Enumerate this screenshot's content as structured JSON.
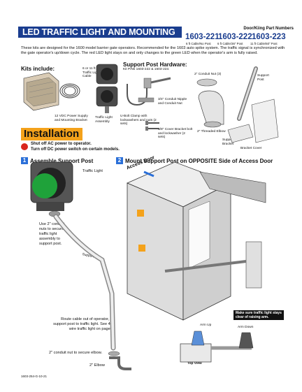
{
  "header": {
    "title": "LED TRAFFIC LIGHT AND MOUNTING KIT",
    "part_numbers_label": "Door/Kiing Part Numbers",
    "part_numbers": [
      {
        "number": "1603-221",
        "desc": "6 ft Cable/No Post"
      },
      {
        "number": "1603-222",
        "desc": "6 ft Cable/36\" Post"
      },
      {
        "number": "1603-223",
        "desc": "11 ft Cable/60\" Post"
      }
    ]
  },
  "intro": {
    "text": "These kits are designed for the 1600 model barrier gate operators. Recommended for the 1603 auto spike system. The traffic signal is synchronized with the gate operator's up/down cycle. The red LED light stays on and only changes to the green LED when the operator's arm is fully raised."
  },
  "kit_includes": {
    "heading": "Kits include:",
    "cable": "6 or 11 ft Traffic Light Cable",
    "power_supply": "12 VDC Power Supply and Mounting Bracket",
    "traffic_light": "Traffic Light Assembly",
    "u_bolt": "U-Bolt Clamp with lockwashers and nuts (2 sets)"
  },
  "hardware": {
    "heading": "Support Post Hardware:",
    "subheading": "Kit P/Ns 1603-222 & 1603-223.",
    "conduit_nut": "2\" Conduit Nut (3)",
    "support_post": "Support Post",
    "nipple": "3/4\" Conduit Nipple and Conduit Nut",
    "cover_bolt": "5/8\" Cover Bracket bolt and lockwasher (2 sets)",
    "elbow": "2\" Threaded Elbow",
    "post_bracket": "Support Post Bracket",
    "bracket_cover": "Bracket Cover"
  },
  "installation": {
    "heading": "Installation",
    "warning_1": "Shut off AC power to operator.",
    "warning_2": "Turn off DC power switch on certain models."
  },
  "step1": {
    "number": "1",
    "title": "Assemble Support Post",
    "traffic_light_label": "Traffic Light",
    "conduit_note": "Use 2\" conduit nuts to secure traffic light assembly to support post.",
    "post_label": "Support Post",
    "route_note": "Route cable out of operator, up support post to traffic light. See 4 to wire traffic light on page 4.",
    "nut_note": "2\" conduit nut to secure elbow.",
    "elbow_label": "2\" Elbow"
  },
  "step2": {
    "number": "2",
    "title": "Mount Support Post on OPPOSITE Side of Access Door",
    "access_door": "Access Door",
    "arm_note": "Make sure traffic light stays clear of raising arm.",
    "arm_up": "Arm Up",
    "arm_down": "Arm Down",
    "top_view": "Top View"
  },
  "footer": {
    "doc_number": "1603-254-G-10-21"
  },
  "colors": {
    "brand_blue": "#1a3d8f",
    "step_blue": "#2a6fd8",
    "install_orange": "#f4a21b",
    "warning_red": "#d9261c",
    "signal_green": "#1fa23a"
  }
}
